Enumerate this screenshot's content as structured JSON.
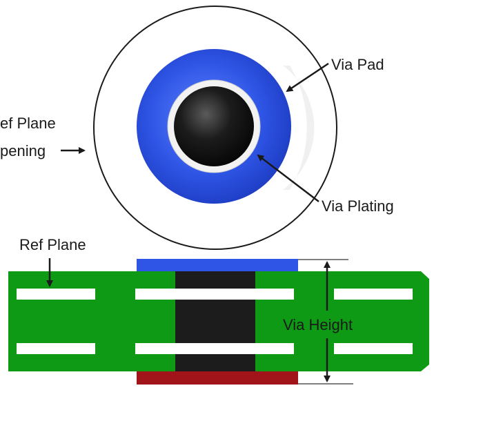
{
  "labels": {
    "via_pad": "Via Pad",
    "ref_plane_opening_line1": "ef Plane",
    "ref_plane_opening_line2": "pening",
    "via_plating": "Via Plating",
    "ref_plane": "Ref Plane",
    "via_height": "Via Height"
  },
  "colors": {
    "pad_blue": "#2f55e6",
    "barrel_black": "#1c1c1c",
    "board_green": "#0e9a14",
    "plane_white": "#ffffff",
    "bottom_pad_red": "#a0141a",
    "clearance_fill": "#f0f0f0",
    "outline": "#1a1a1a"
  }
}
